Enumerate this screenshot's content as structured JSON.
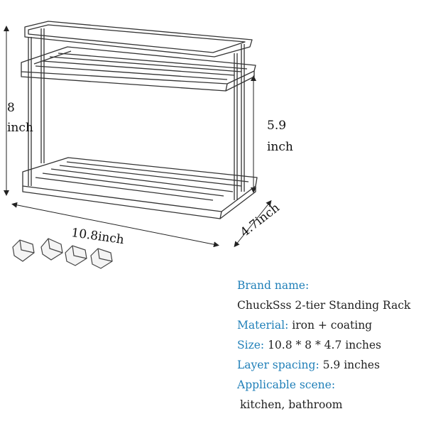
{
  "dimensions": {
    "height_value": "8",
    "height_unit": "inch",
    "spacing_value": "5.9",
    "spacing_unit": "inch",
    "width": "10.8inch",
    "depth": "4.7inch"
  },
  "specs": {
    "brand_label": "Brand name:",
    "brand_value": "ChuckSss 2-tier Standing Rack",
    "material_label": "Material:",
    "material_value": " iron + coating",
    "size_label": "Size:",
    "size_value": " 10.8 * 8 * 4.7 inches",
    "spacing_label": "Layer spacing:",
    "spacing_value": " 5.9 inches",
    "scene_label": "Applicable scene:",
    "scene_value": "kitchen, bathroom"
  },
  "colors": {
    "label_blue": "#1f7fb8",
    "outline": "#333333"
  }
}
